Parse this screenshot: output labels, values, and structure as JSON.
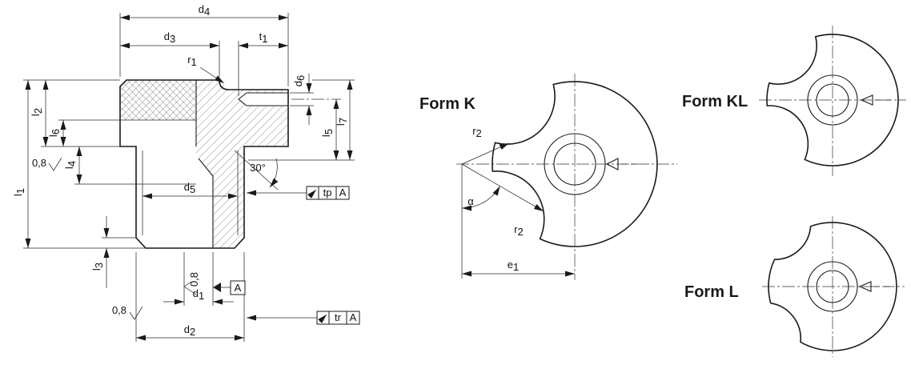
{
  "colors": {
    "line": "#1a1a1a",
    "background": "#ffffff"
  },
  "drawing": {
    "dims": {
      "d4": {
        "b": "d",
        "s": "4"
      },
      "d3": {
        "b": "d",
        "s": "3"
      },
      "t1": {
        "b": "t",
        "s": "1"
      },
      "r1": {
        "b": "r",
        "s": "1"
      },
      "d6": {
        "b": "d",
        "s": "6"
      },
      "l7": {
        "b": "l",
        "s": "7"
      },
      "l5": {
        "b": "l",
        "s": "5"
      },
      "l2": {
        "b": "l",
        "s": "2"
      },
      "l6": {
        "b": "l",
        "s": "6"
      },
      "l4": {
        "b": "l",
        "s": "4"
      },
      "l1": {
        "b": "l",
        "s": "1"
      },
      "l3": {
        "b": "l",
        "s": "3"
      },
      "d5": {
        "b": "d",
        "s": "5"
      },
      "d1": {
        "b": "d",
        "s": "1"
      },
      "d2": {
        "b": "d",
        "s": "2"
      },
      "angle30": "30°",
      "roughness": "0,8",
      "datum_letter": "A",
      "flag_tp": {
        "arrow_icon": "arrow-up-right",
        "label": "tp",
        "datum": "A"
      },
      "flag_tr": {
        "arrow_icon": "arrow-up-right",
        "label": "tr",
        "datum": "A"
      }
    },
    "forms": {
      "k": {
        "title": "Form K",
        "r2": {
          "b": "r",
          "s": "2"
        },
        "alpha": "α",
        "e1": {
          "b": "e",
          "s": "1"
        }
      },
      "kl": {
        "title": "Form KL"
      },
      "l": {
        "title": "Form L"
      }
    }
  }
}
